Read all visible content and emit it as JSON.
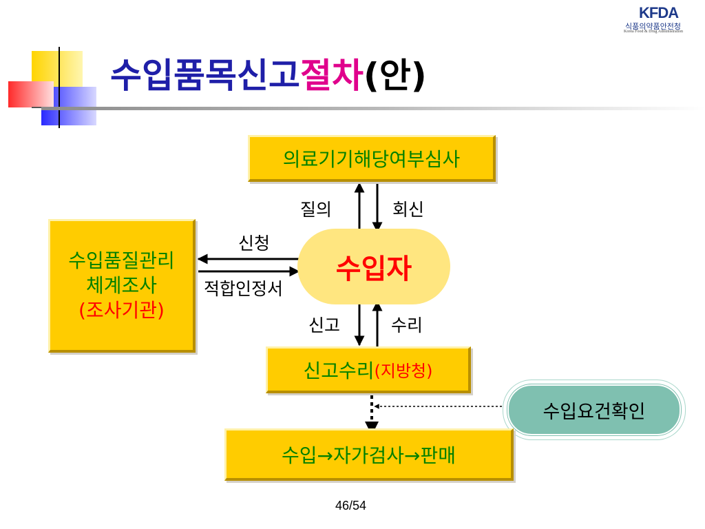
{
  "logo": {
    "abbr": "KFDA",
    "korean": "식품의약품안전청",
    "english": "Korea Food & Drug Administration"
  },
  "title": {
    "part1": "수입품목신고",
    "part2": "절차",
    "part3": "(안)",
    "color1": "#1f1fa8",
    "color2": "#e0008c"
  },
  "boxes": {
    "review": "의료기기해당여부심사",
    "quality": {
      "line1": "수입품질관리",
      "line2": "체계조사",
      "line3": "(조사기관)"
    },
    "importer": "수입자",
    "report": {
      "main": "신고수리",
      "sub": "(지방청)"
    },
    "confirm": "수입요건확인",
    "flow": "수입→자가검사→판매"
  },
  "labels": {
    "inquiry": "질의",
    "reply": "회신",
    "apply": "신청",
    "certificate": "적합인정서",
    "report": "신고",
    "accept": "수리"
  },
  "page": "46/54",
  "colors": {
    "box_fill": "#ffcc00",
    "importer_fill": "#ffe680",
    "importer_text": "#ff0000",
    "confirm_fill": "#7fc0b0",
    "green_text": "#008000"
  }
}
